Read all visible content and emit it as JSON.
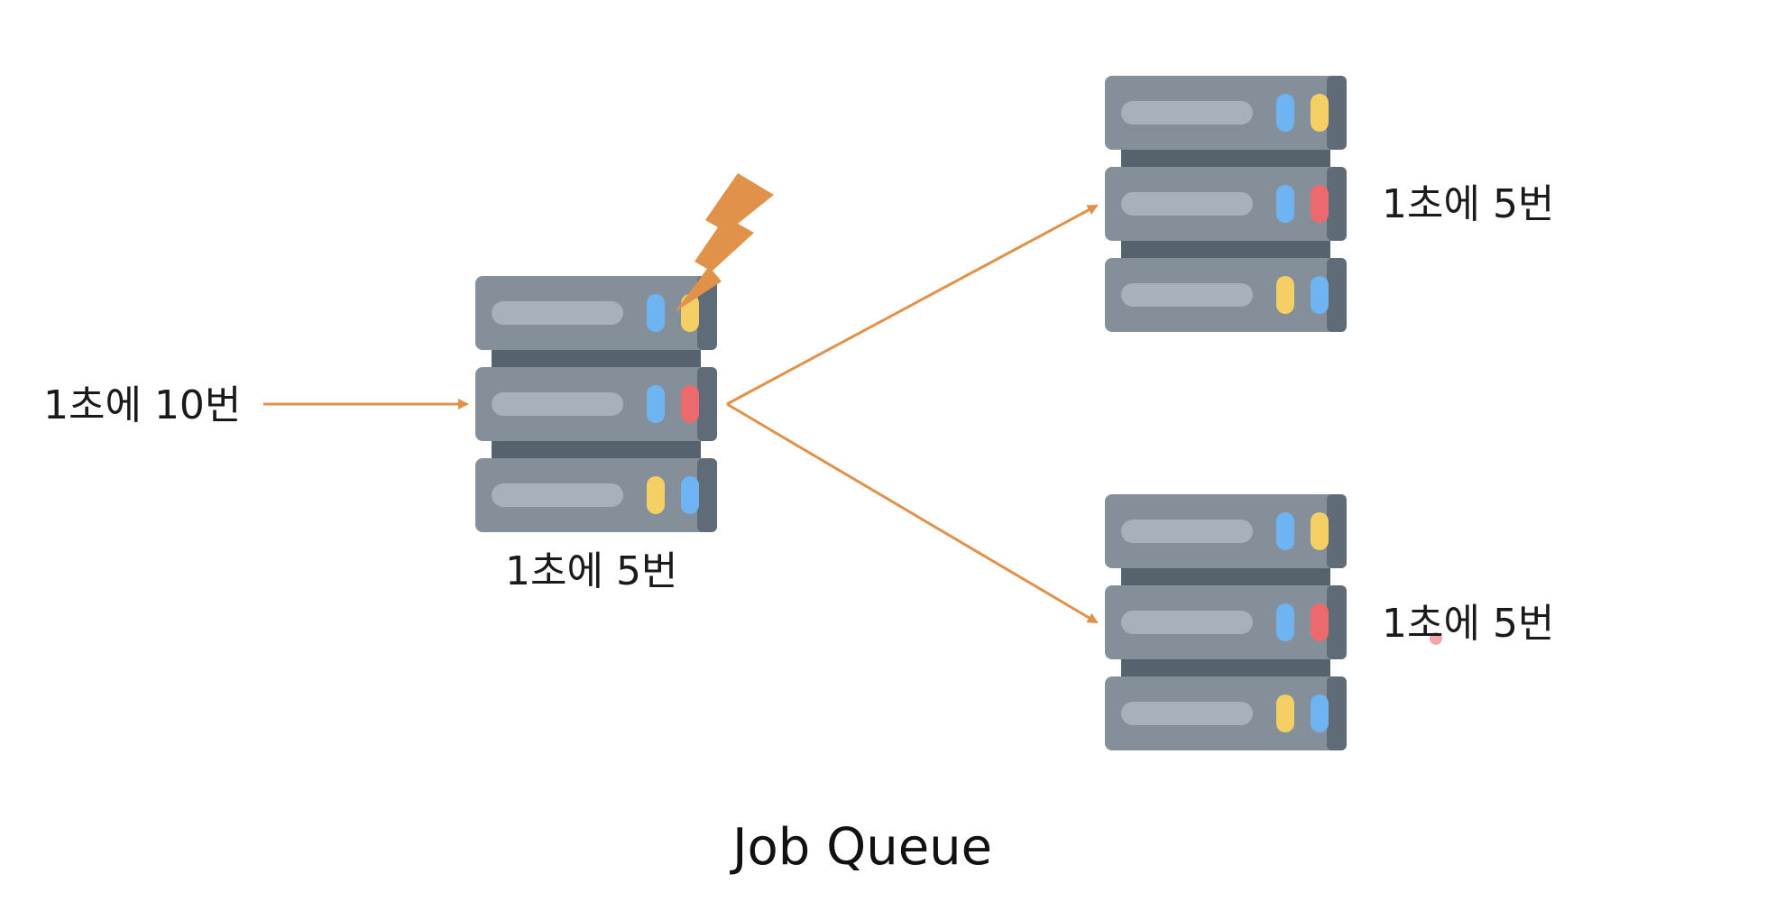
{
  "labels": {
    "input_rate": "1초에 10번",
    "main_server_rate": "1초에 5번",
    "top_server_rate": "1초에 5번",
    "bottom_server_rate": "1초에 5번"
  },
  "caption": "Job Queue",
  "colors": {
    "arrow": "#E0914A",
    "lightning": "#E0914A",
    "rack_body": "#848F9A",
    "rack_side": "#5F6B76",
    "rack_gap": "#56626D",
    "rack_slot": "#A8B1BB",
    "led_blue": "#6FB4F2",
    "led_yellow": "#F4CF63",
    "led_red": "#EC6A6E"
  },
  "icons": {
    "server": "server-rack-icon",
    "overload": "lightning-bolt-icon"
  }
}
